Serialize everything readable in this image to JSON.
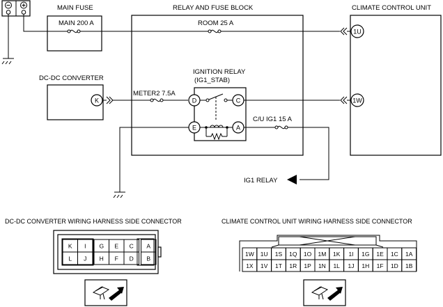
{
  "labels": {
    "main_fuse": "MAIN FUSE",
    "relay_block": "RELAY AND FUSE BLOCK",
    "climate_unit": "CLIMATE CONTROL UNIT",
    "dcdc": "DC-DC CONVERTER",
    "main_fuse_rating": "MAIN 200 A",
    "room_fuse": "ROOM  25 A",
    "ign_relay_1": "IGNITION RELAY",
    "ign_relay_2": "(IG1_STAB)",
    "meter2_fuse": "METER2 7.5A",
    "cu_ig1_fuse": "C/U IG1 15 A",
    "ig1_relay": "IG1 RELAY",
    "dcdc_connector_title": "DC-DC CONVERTER WIRING HARNESS SIDE CONNECTOR",
    "cu_connector_title": "CLIMATE CONTROL UNIT WIRING HARNESS SIDE CONNECTOR",
    "battery_minus": "⊖",
    "battery_plus": "⊕"
  },
  "terminals": {
    "u1": "1U",
    "w1": "1W",
    "k": "K",
    "d": "D",
    "c": "C",
    "e": "E",
    "a": "A"
  },
  "dcdc_connector": {
    "row1": [
      "K",
      "I",
      "G",
      "E",
      "C",
      "A"
    ],
    "row2": [
      "L",
      "J",
      "H",
      "F",
      "D",
      "B"
    ]
  },
  "cu_connector": {
    "row1": [
      "1W",
      "1U",
      "1S",
      "1Q",
      "1O",
      "1M",
      "1K",
      "1I",
      "1G",
      "1E",
      "1C",
      "1A"
    ],
    "row2": [
      "1X",
      "1V",
      "1T",
      "1R",
      "1P",
      "1N",
      "1L",
      "1J",
      "1H",
      "1F",
      "1D",
      "1B"
    ]
  },
  "icons": {
    "fuse": "fuse-symbol",
    "ground": "ground-symbol",
    "connector_view": "connector-view-icon"
  }
}
